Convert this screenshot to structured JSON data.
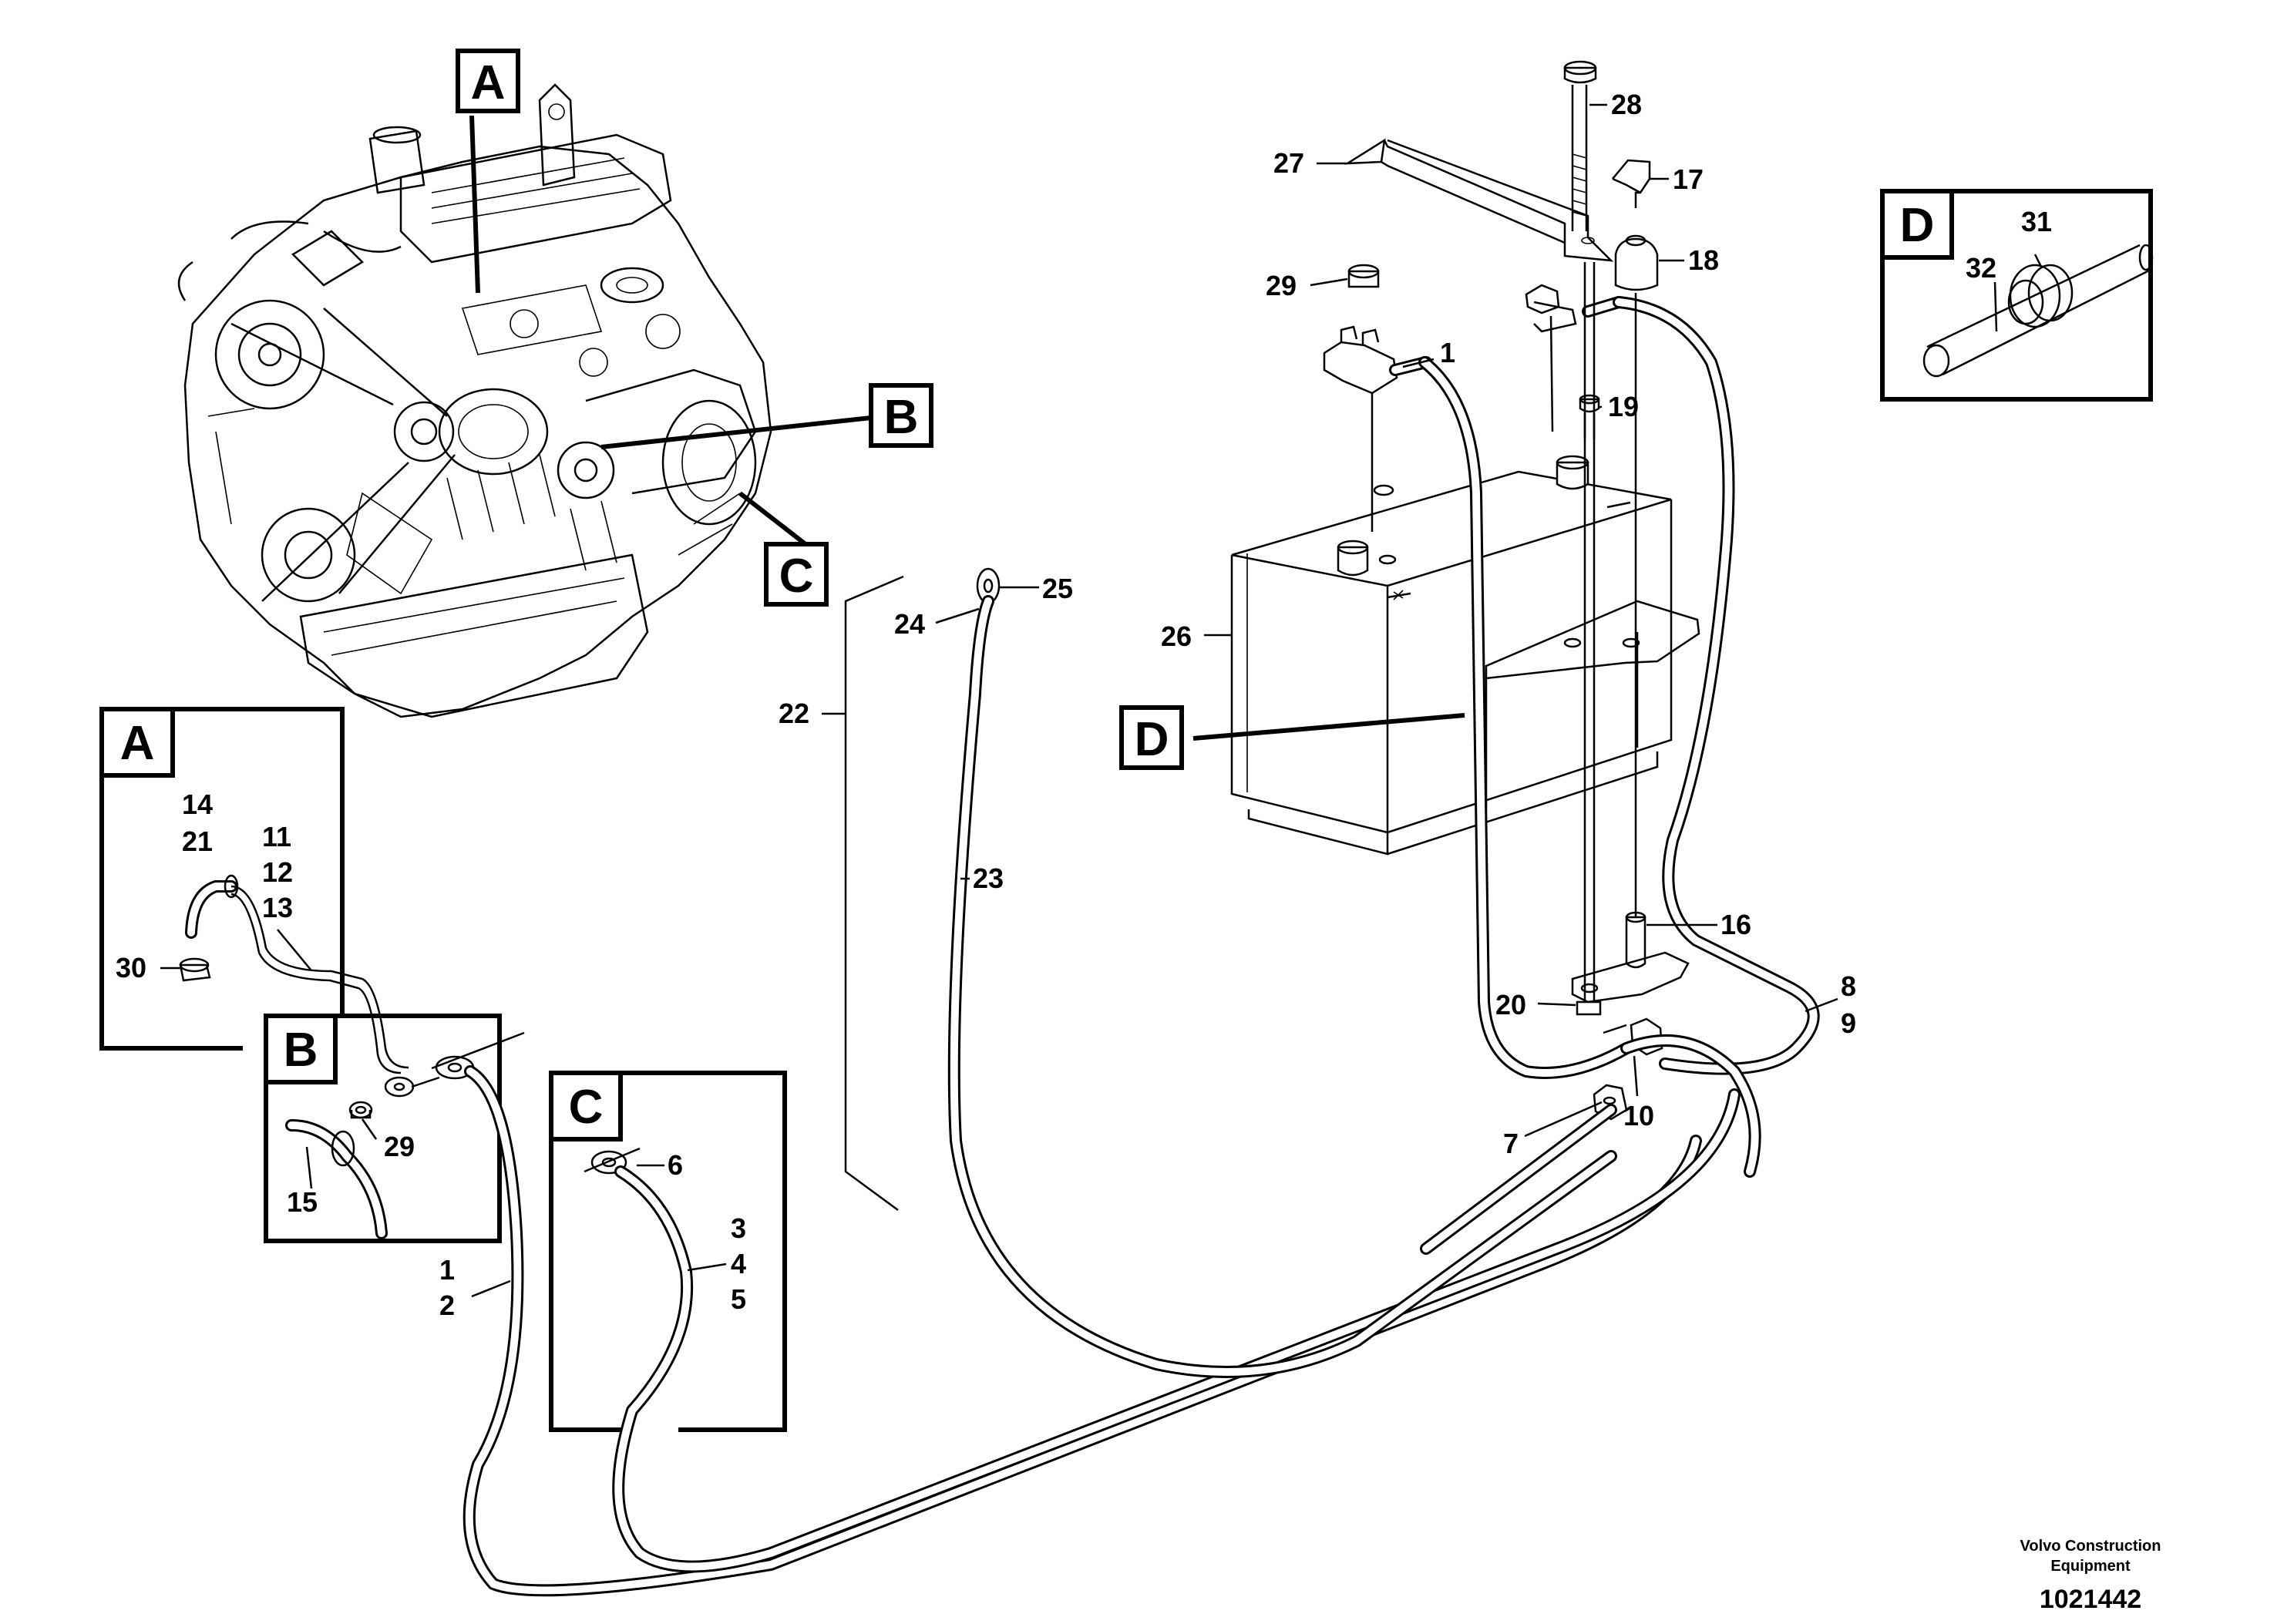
{
  "detail_letters": {
    "a": "A",
    "b": "B",
    "c": "C",
    "d": "D"
  },
  "part_numbers": {
    "n1": "1",
    "n2": "2",
    "n3": "3",
    "n4": "4",
    "n5": "5",
    "n6": "6",
    "n7": "7",
    "n8": "8",
    "n9": "9",
    "n10": "10",
    "n11": "11",
    "n12": "12",
    "n13": "13",
    "n14": "14",
    "n15": "15",
    "n16": "16",
    "n17": "17",
    "n18": "18",
    "n19": "19",
    "n20": "20",
    "n21": "21",
    "n22": "22",
    "n23": "23",
    "n24": "24",
    "n25": "25",
    "n26": "26",
    "n27": "27",
    "n28": "28",
    "n29": "29",
    "n30": "30",
    "n31": "31",
    "n32": "32"
  },
  "credit": {
    "line1": "Volvo Construction",
    "line2": "Equipment"
  },
  "document_number": "1021442",
  "colors": {
    "ink": "#000000",
    "paper": "#ffffff"
  }
}
